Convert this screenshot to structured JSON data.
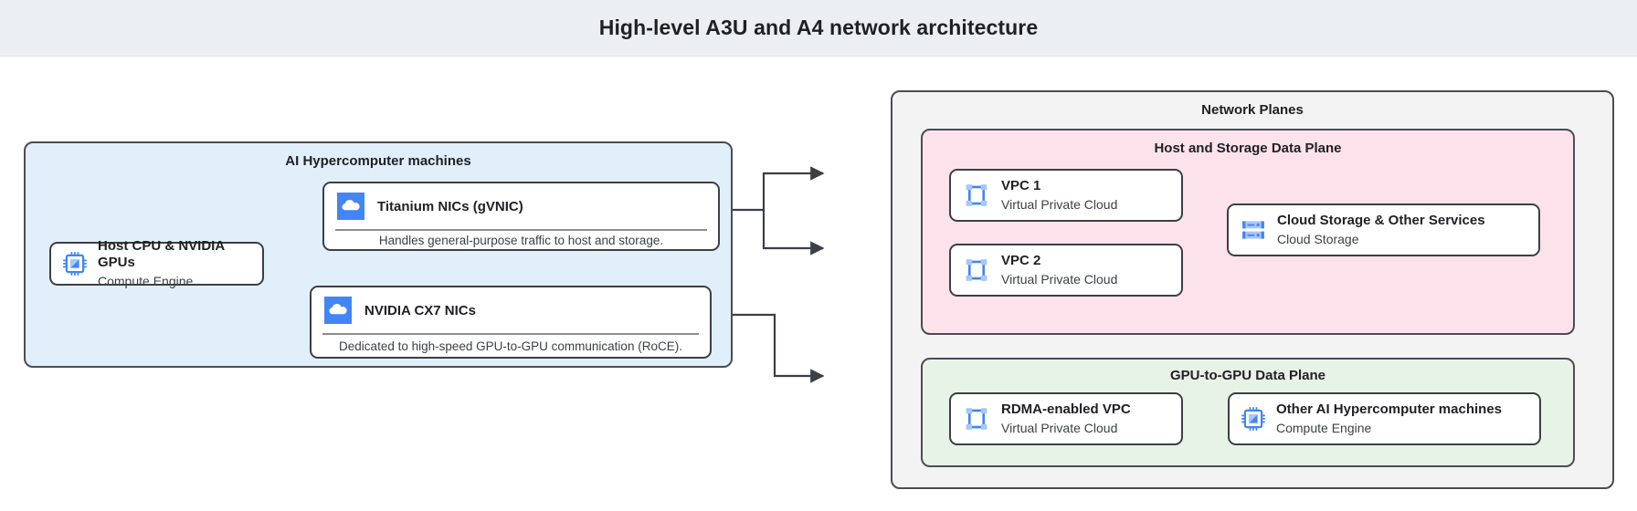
{
  "header": {
    "title": "High-level A3U and A4 network architecture"
  },
  "machines_panel": {
    "label": "AI Hypercomputer machines",
    "host_card": {
      "title": "Host CPU & NVIDIA GPUs",
      "subtitle": "Compute Engine",
      "icon": "cpu-chip-icon"
    },
    "nics": [
      {
        "title": "Titanium NICs (gVNIC)",
        "description": "Handles general-purpose traffic to host and storage.",
        "icon": "cloud-icon"
      },
      {
        "title": "NVIDIA CX7 NICs",
        "description": "Dedicated to high-speed GPU-to-GPU communication (RoCE).",
        "icon": "cloud-icon"
      }
    ]
  },
  "network_planes": {
    "label": "Network Planes",
    "host_storage_plane": {
      "label": "Host and Storage Data Plane",
      "vpcs": [
        {
          "title": "VPC 1",
          "subtitle": "Virtual Private Cloud",
          "icon": "vpc-icon"
        },
        {
          "title": "VPC 2",
          "subtitle": "Virtual Private Cloud",
          "icon": "vpc-icon"
        }
      ],
      "storage": {
        "title": "Cloud Storage & Other Services",
        "subtitle": "Cloud Storage",
        "icon": "cloud-storage-icon"
      }
    },
    "gpu_plane": {
      "label": "GPU-to-GPU Data Plane",
      "rdma_vpc": {
        "title": "RDMA-enabled VPC",
        "subtitle": "Virtual Private Cloud",
        "icon": "vpc-icon"
      },
      "other_machines": {
        "title": "Other AI Hypercomputer machines",
        "subtitle": "Compute Engine",
        "icon": "cpu-chip-icon"
      }
    }
  },
  "colors": {
    "titlebar_bg": "#eceff1",
    "machines_panel_bg": "#e1effb",
    "network_planes_bg": "#f3f3f3",
    "host_storage_plane_bg": "#fbe2eb",
    "gpu_plane_bg": "#e7f3e7",
    "icon_blue": "#4285f4",
    "icon_blue_light": "#a8c7fa",
    "border": "#3c3f44",
    "connector": "#3c3f44"
  }
}
